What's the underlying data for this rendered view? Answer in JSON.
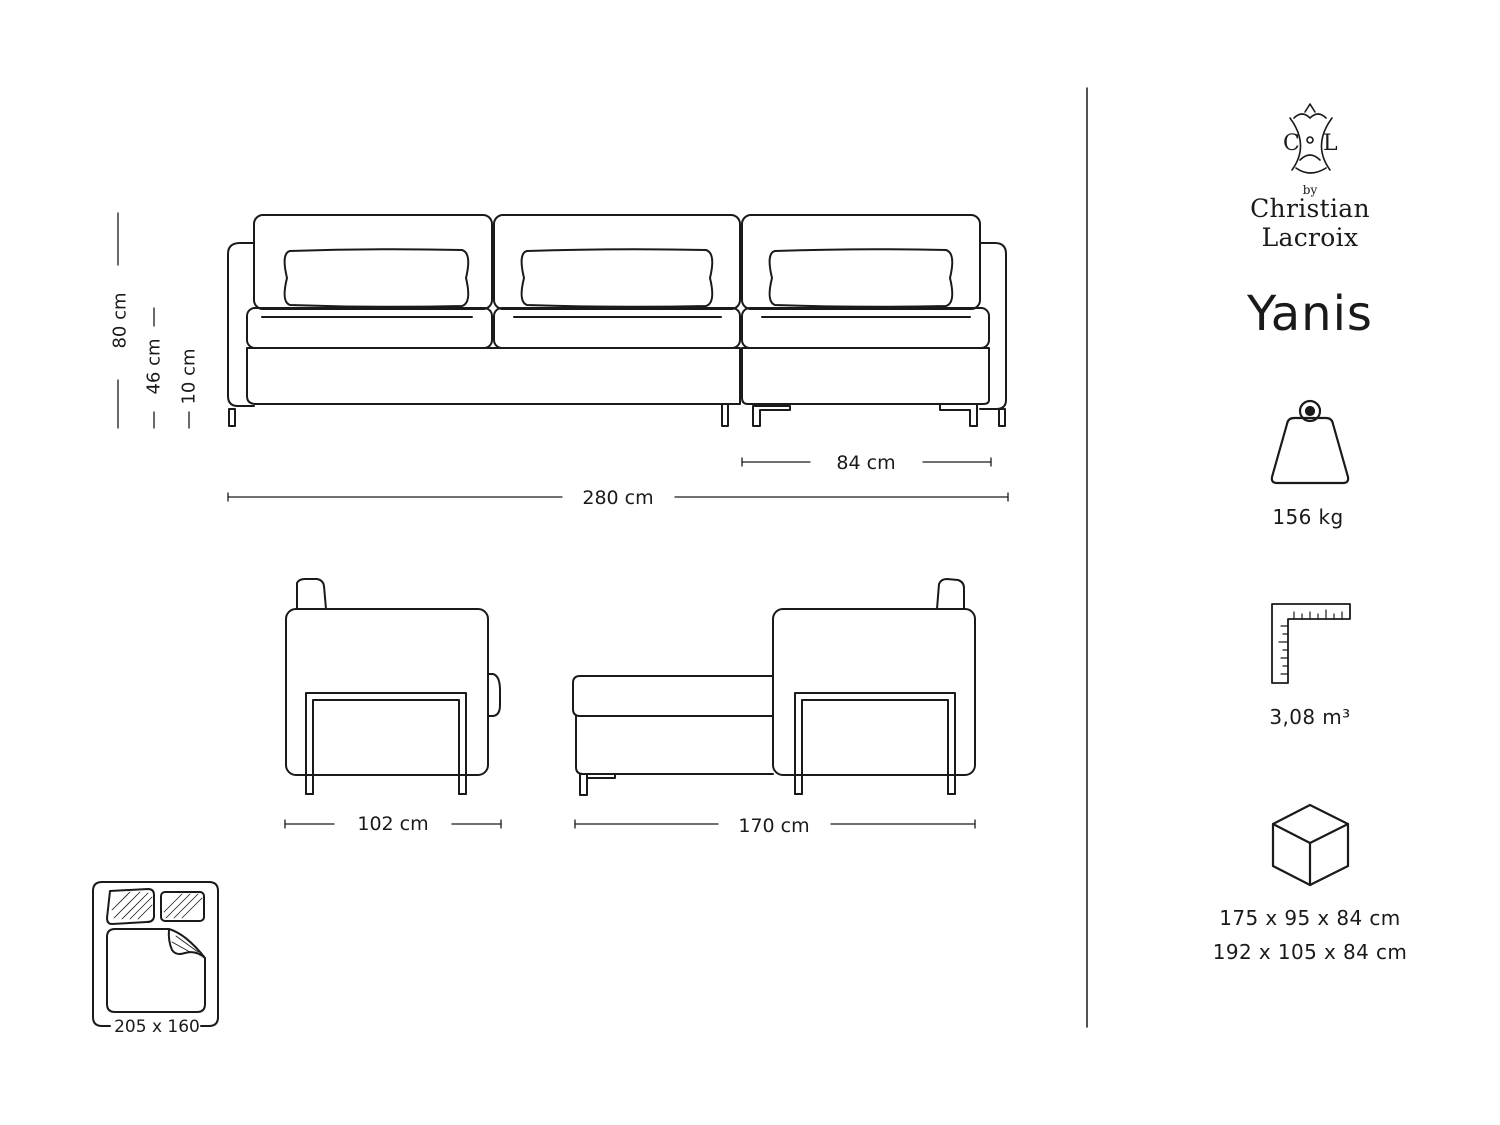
{
  "product": {
    "brand_prefix": "by",
    "brand_name": "Christian Lacroix",
    "name": "Yanis"
  },
  "dimensions": {
    "total_height": "80 cm",
    "seat_height": "46 cm",
    "leg_height": "10 cm",
    "chaise_width": "84 cm",
    "total_width": "280 cm",
    "depth": "102 cm",
    "chaise_length": "170 cm"
  },
  "specs": {
    "weight": "156 kg",
    "volume": "3,08 m³",
    "package_1": "175 x 95 x 84 cm",
    "package_2": "192 x 105 x 84 cm"
  },
  "bed": {
    "size": "205 x 160"
  },
  "icons": [
    "cl-logo-icon",
    "weight-icon",
    "ruler-icon",
    "box-icon",
    "bed-icon"
  ],
  "colors": {
    "line": "#1a1a1a",
    "background": "#ffffff"
  }
}
